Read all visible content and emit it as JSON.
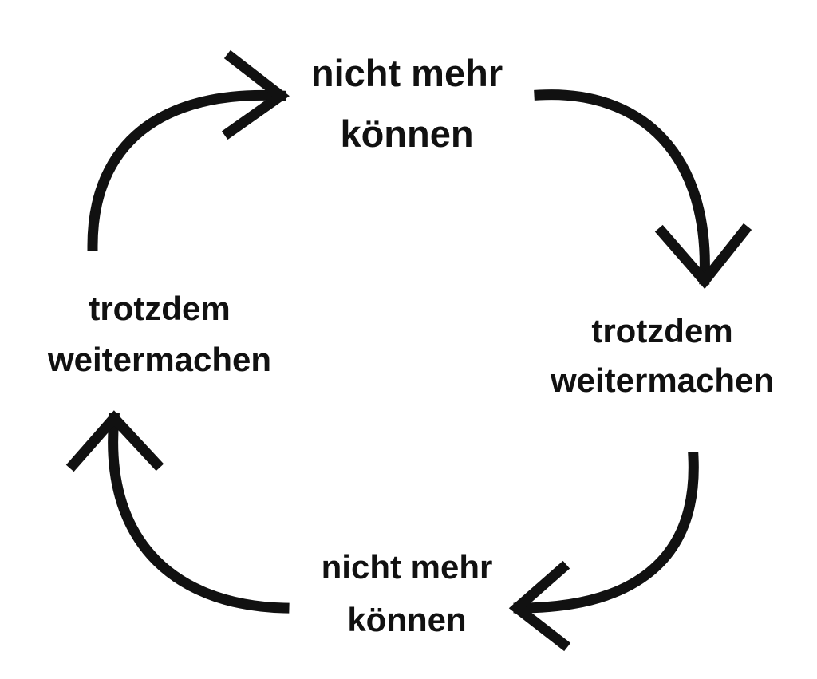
{
  "diagram": {
    "type": "cycle",
    "direction": "clockwise",
    "stroke_color": "#111111",
    "background_color": "#ffffff",
    "nodes": [
      {
        "id": "top",
        "lines": [
          "nicht mehr",
          "können"
        ]
      },
      {
        "id": "right",
        "lines": [
          "trotzdem",
          "weitermachen"
        ]
      },
      {
        "id": "bottom",
        "lines": [
          "nicht mehr",
          "können"
        ]
      },
      {
        "id": "left",
        "lines": [
          "trotzdem",
          "weitermachen"
        ]
      }
    ],
    "edges": [
      {
        "from": "top",
        "to": "right"
      },
      {
        "from": "right",
        "to": "bottom"
      },
      {
        "from": "bottom",
        "to": "left"
      },
      {
        "from": "left",
        "to": "top"
      }
    ]
  }
}
